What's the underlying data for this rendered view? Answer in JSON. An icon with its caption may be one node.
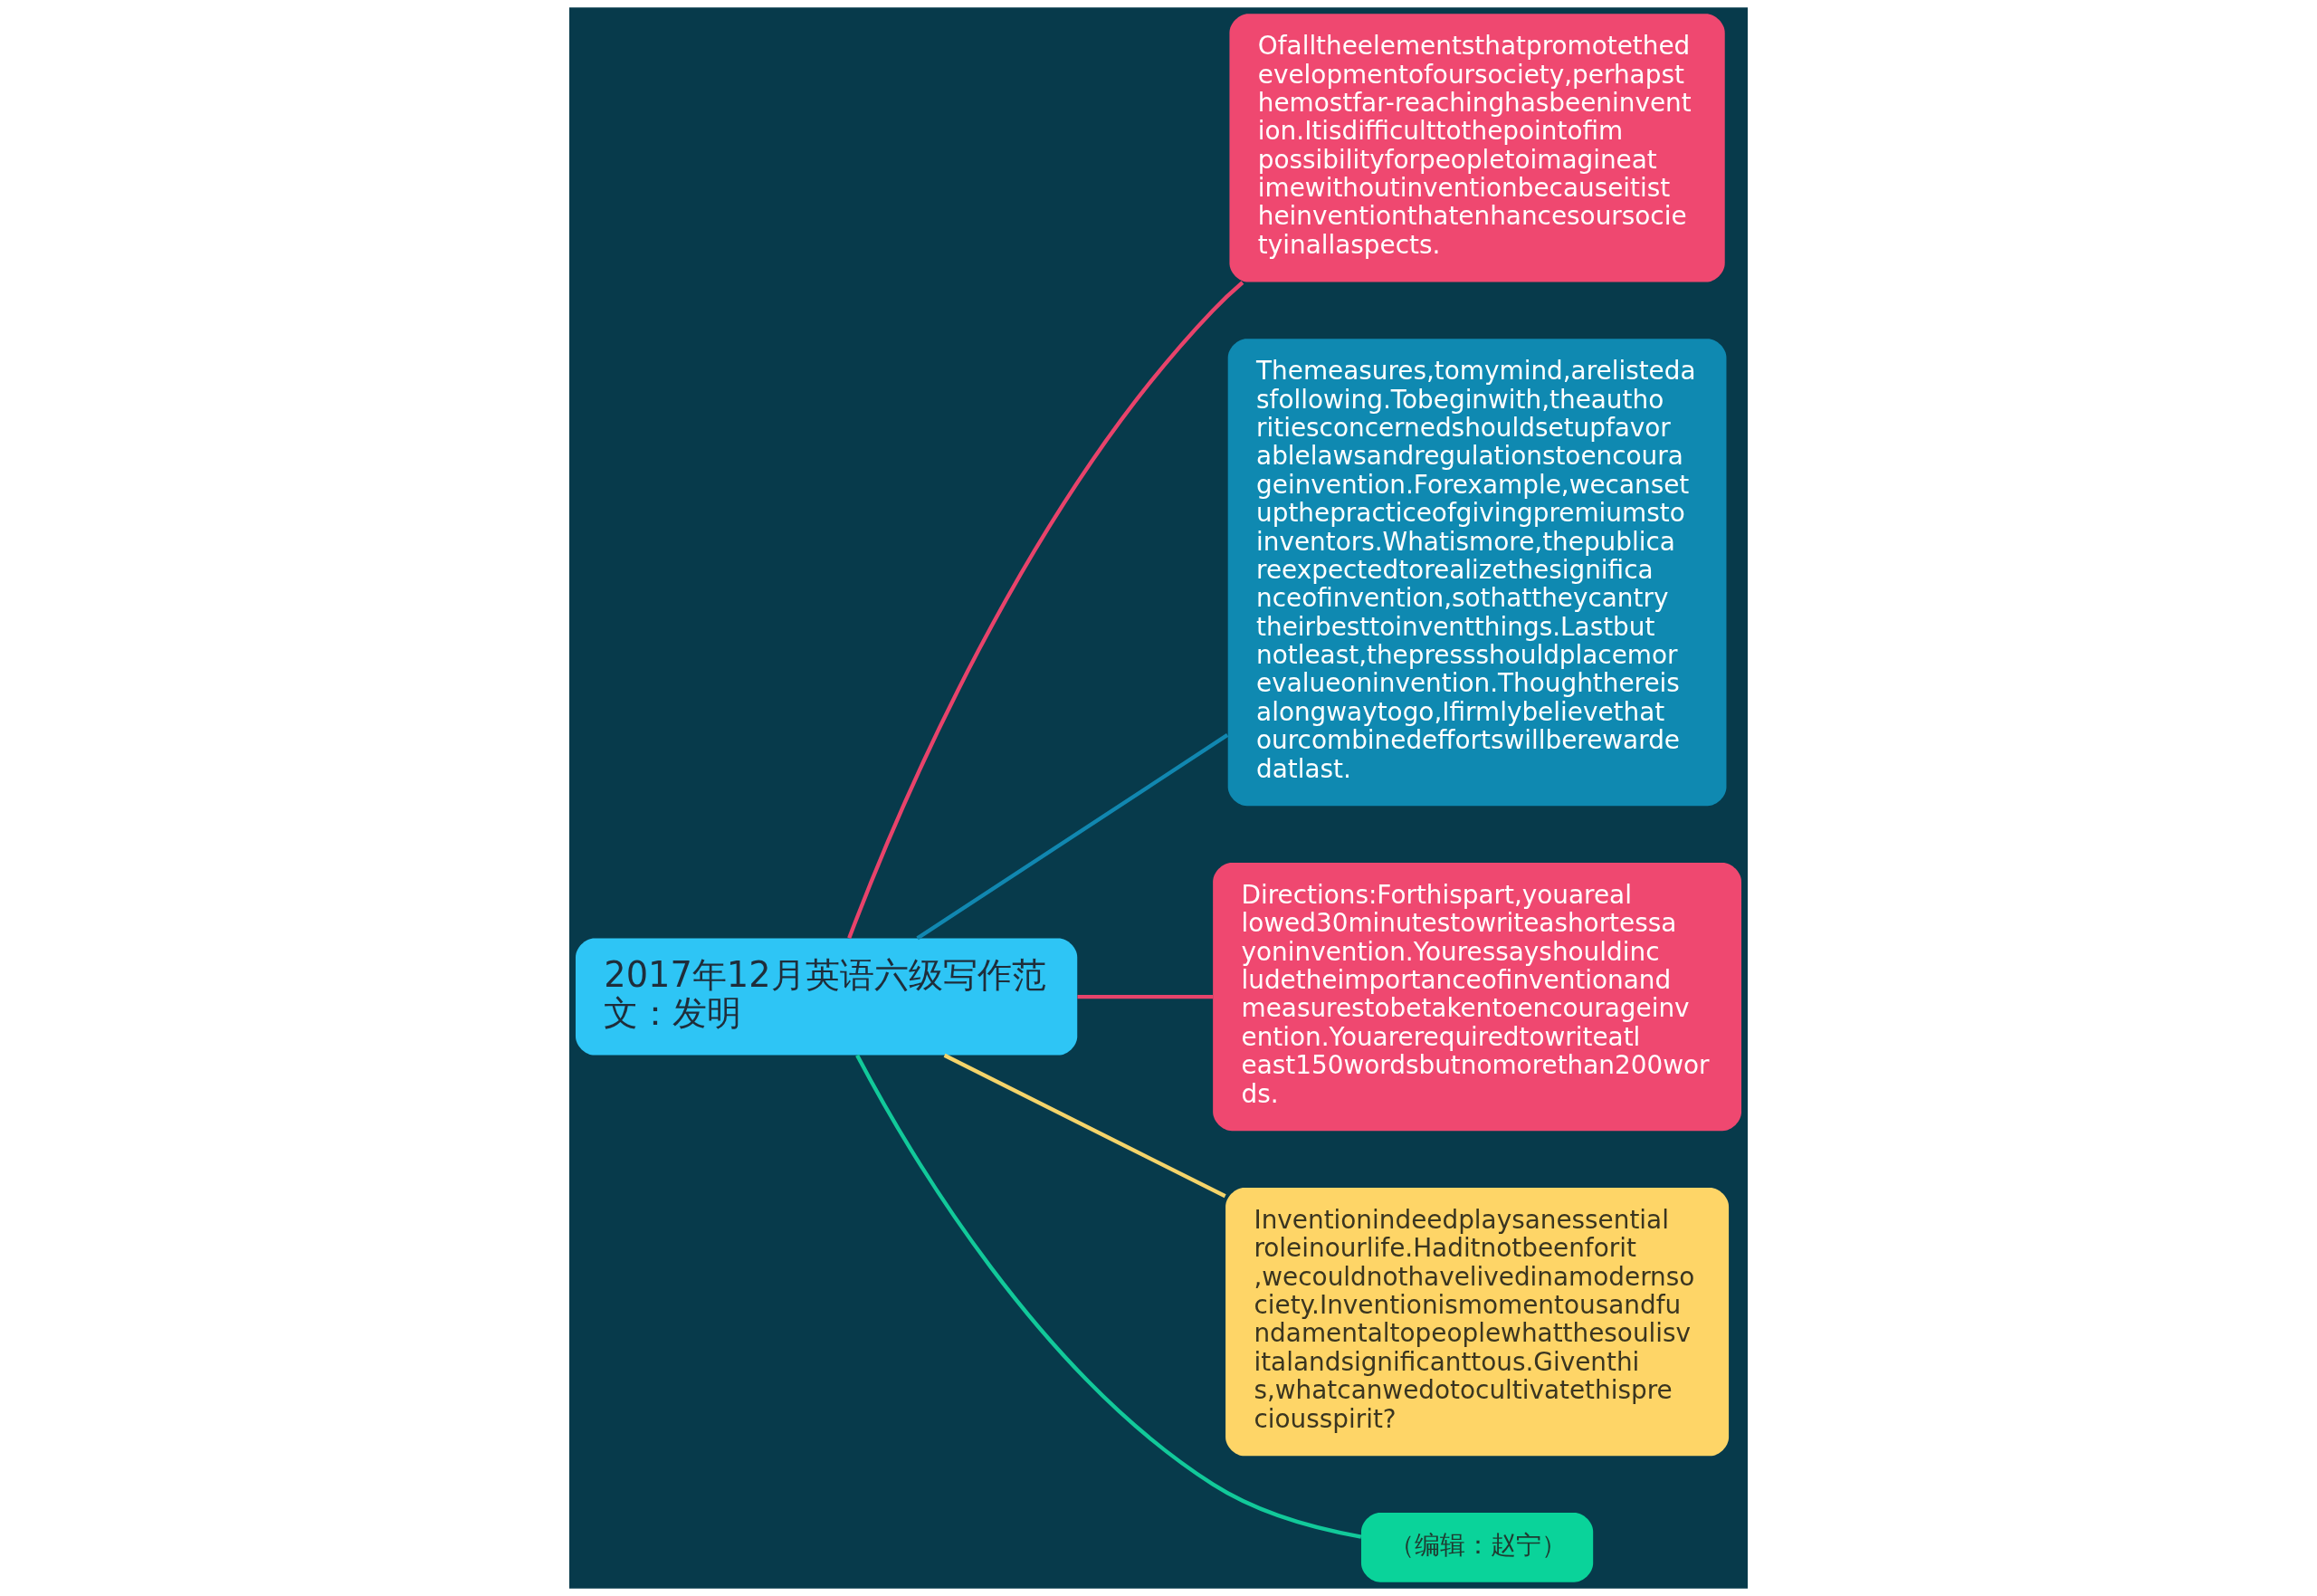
{
  "diagram": {
    "nodes": [
      {
        "text": [
          "2017年12月英语六级写作范文：发明"
        ]
      },
      {
        "text": [
          "Ofalltheelementsthatpromotethedevelopmentofoursociety,perhapsthemostfar-reachinghasbeeninvention.Itisdifficulttothepointofimpossibilityforpeopletoimagineatimewithoutinventionbecauseitistheinventionthatenhancesoursocietyinallaspects."
        ]
      },
      {
        "text": [
          "Themeasures,tomymind,arelistedasfollowing.Tobeginwith,theauthoritiesconcernedshouldsetupfavorablelawsandregulationstoencourageinvention.Forexample,wecansetupthepracticeofgivingpremiumstoinventors.Whatismore,thepublicareexpectedtorealizethesignificanceofinvention,sothattheycantrytheirbesttoinventthings.Lastbutnotleast,thepressshouldplacemorevalueoninvention.Thoughthereisalongwaytogo,Ifirmlybelievethatourcombinedeffortswillberewardedatlast."
        ]
      },
      {
        "text": [
          "Directions:Forthispart,youareallowed30minutestowriteashortessayoninvention.Youressayshouldincludetheimportanceofinventionandmeasurestobetakentoencourageinvention.Youarerequiredtowriteatleast150wordsbutnomorethan200words."
        ]
      },
      {
        "text": [
          "Inventionindeedplaysanessentialroleinourlife.Haditnotbeenforit,wecouldnothavelivedinamodernsociety.Inventionismomentousandfundamentaltopeoplewhatthesoulisvitalandsignificanttous.Giventhis,whatcanwedotocultivatethispreciousspirit?"
        ]
      },
      {
        "text": [
          "（编辑：赵宁）"
        ]
      }
    ],
    "edges": [
      {
        "from": 0,
        "to": 1,
        "arrow": "none",
        "color": "#e8436b"
      },
      {
        "from": 0,
        "to": 2,
        "arrow": "none",
        "color": "#1187b0"
      },
      {
        "from": 0,
        "to": 3,
        "arrow": "none",
        "color": "#e8436b"
      },
      {
        "from": 0,
        "to": 4,
        "arrow": "none",
        "color": "#f5d46a"
      },
      {
        "from": 0,
        "to": 5,
        "arrow": "none",
        "color": "#12c99a"
      }
    ]
  }
}
